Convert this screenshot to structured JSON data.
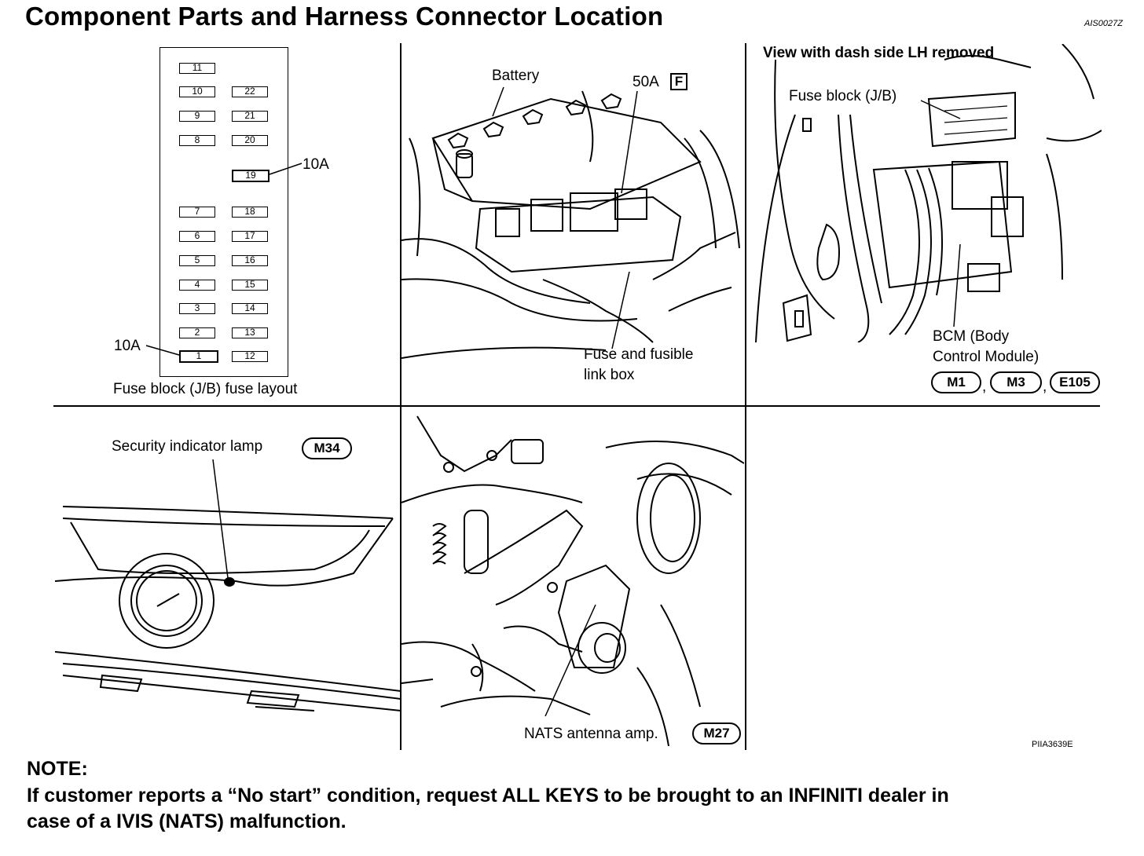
{
  "title": "Component Parts and Harness Connector Location",
  "doc_id_top": "AIS0027Z",
  "doc_id_bottom": "PIIA3639E",
  "fuse_panel": {
    "caption": "Fuse block (J/B) fuse layout",
    "left_column": [
      "11",
      "10",
      "9",
      "8",
      "7",
      "6",
      "5",
      "4",
      "3",
      "2",
      "1"
    ],
    "right_column": [
      "22",
      "21",
      "20",
      "19",
      "18",
      "17",
      "16",
      "15",
      "14",
      "13",
      "12"
    ],
    "fuse19_rating": "10A",
    "fuse1_rating": "10A"
  },
  "battery_panel": {
    "battery_label": "Battery",
    "rating": "50A",
    "fuse_symbol": "F",
    "box_label_line1": "Fuse and fusible",
    "box_label_line2": "link box"
  },
  "bcm_panel": {
    "view_caption": "View with dash side LH removed",
    "fuse_block_label": "Fuse block (J/B)",
    "bcm_line1": "BCM (Body",
    "bcm_line2": "Control Module)",
    "connectors": [
      "M1",
      "M3",
      "E105"
    ],
    "separator": ","
  },
  "lamp_panel": {
    "label": "Security indicator lamp",
    "connector": "M34"
  },
  "nats_panel": {
    "label": "NATS antenna amp.",
    "connector": "M27"
  },
  "note": {
    "heading": "NOTE:",
    "line1": "If customer reports a “No start” condition, request ALL KEYS to be brought to an INFINITI dealer in",
    "line2": "case of a IVIS (NATS) malfunction."
  }
}
